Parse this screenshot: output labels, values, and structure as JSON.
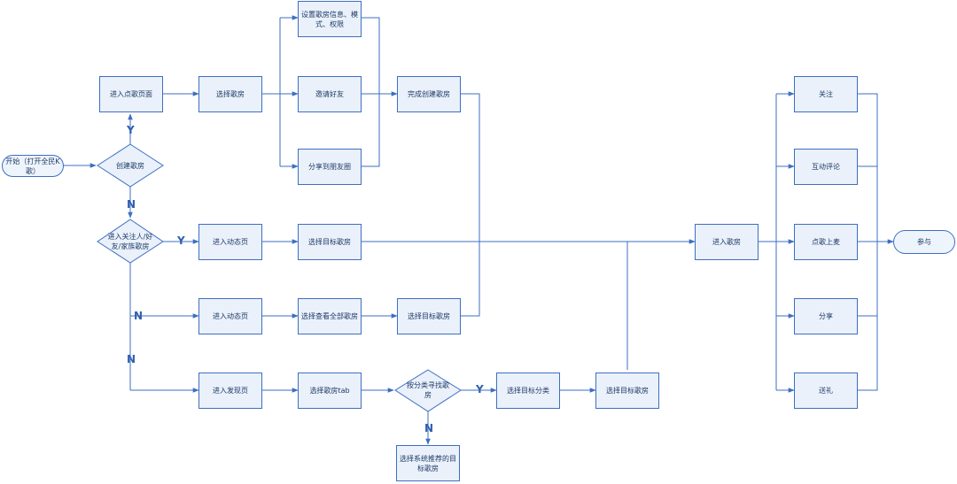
{
  "nodes": {
    "start": "开始（打开全民K歌）",
    "enter_song_page": "进入点歌页面",
    "choose_room_create": "选择歌房",
    "set_room_info": "设置歌房信息、模式、权限",
    "invite_friends": "邀请好友",
    "share_moments": "分享到朋友圈",
    "finish_create": "完成创建歌房",
    "create_room": "创建歌房",
    "enter_follow_room": "进入关注人/好友/家族歌房",
    "enter_feed_1": "进入动态页",
    "select_target_room_1": "选择目标歌房",
    "enter_feed_2": "进入动态页",
    "view_all_rooms": "选择查看全部歌房",
    "select_target_room_2": "选择目标歌房",
    "enter_discover": "进入发现页",
    "room_tab": "选择歌房tab",
    "find_by_category": "按分类寻找歌房",
    "select_category": "选择目标分类",
    "select_target_room_3": "选择目标歌房",
    "system_recommend": "选择系统推荐的目标歌房",
    "enter_room": "进入歌房",
    "follow": "关注",
    "comment": "互动评论",
    "request_mic": "点歌上麦",
    "share": "分享",
    "gift": "送礼",
    "participate": "参与"
  },
  "labels": {
    "y1": "Y",
    "n1": "N",
    "y2": "Y",
    "n2": "N",
    "n3": "N",
    "y3": "Y",
    "n4": "N"
  },
  "colors": {
    "line": "#3d6fc0",
    "fill": "#eaf1fb"
  }
}
